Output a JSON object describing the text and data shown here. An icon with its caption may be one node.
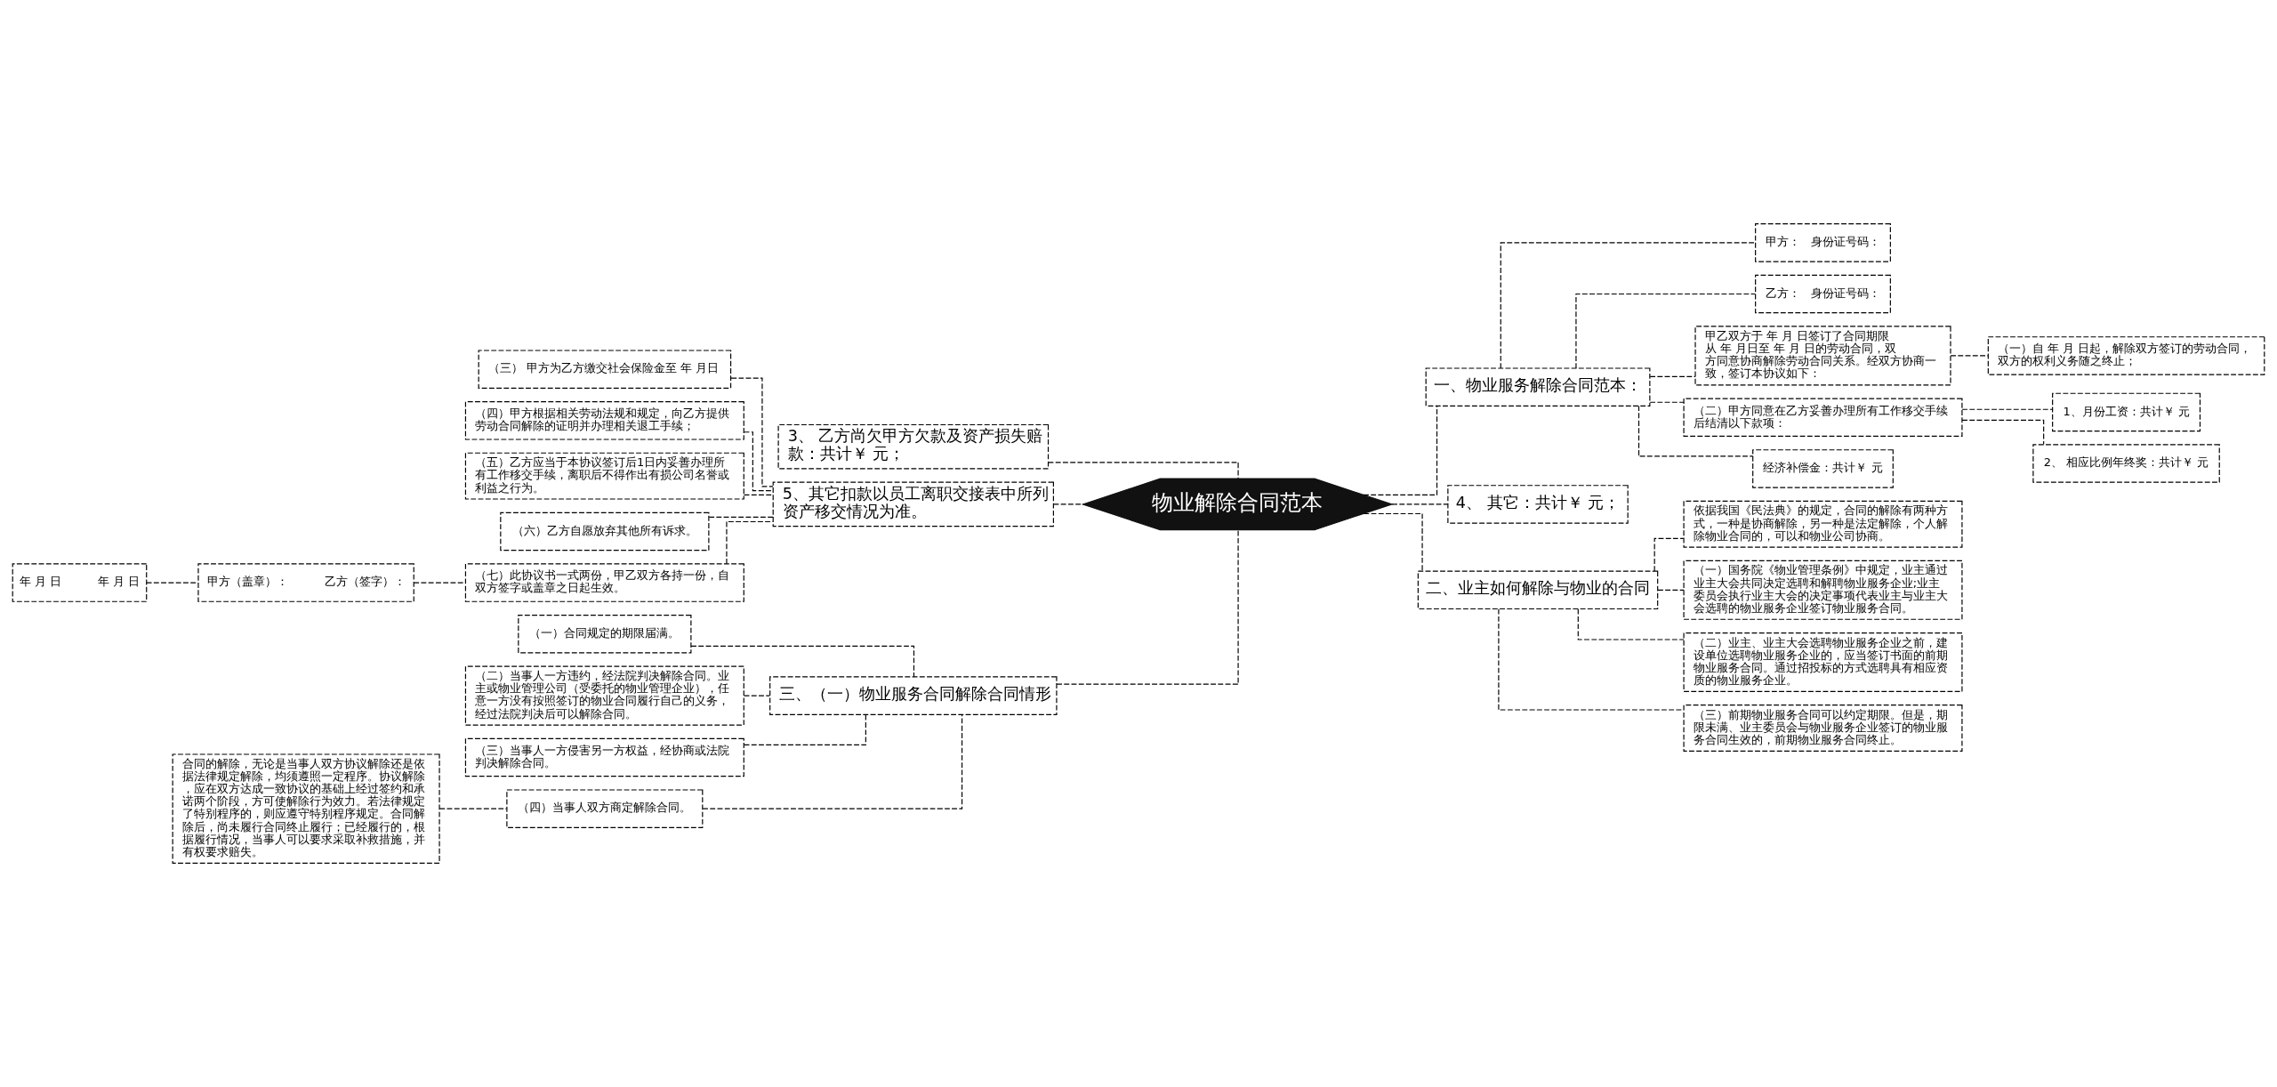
{
  "diagram": {
    "nodes": [
      {
        "text": [
          "物业解除合同范本"
        ]
      },
      {
        "text": [
          "一、物业服务解除合同范本："
        ]
      },
      {
        "text": [
          "甲方：   身份证号码："
        ]
      },
      {
        "text": [
          "乙方：   身份证号码："
        ]
      },
      {
        "text": [
          "甲乙双方于 年 月 日签订了合同期限从 年 月日至 年 月 日的劳动合同，双方同意协商解除劳动合同关系。经双方协商一致，签订本协议如下："
        ]
      },
      {
        "text": [
          "（一）自 年 月 日起，解除双方签订的劳动合同，双方的权利义务随之终止；"
        ]
      },
      {
        "text": [
          "（二）甲方同意在乙方妥善办理所有工作移交手续后结清以下款项："
        ]
      },
      {
        "text": [
          "1、月份工资：共计￥ 元"
        ]
      },
      {
        "text": [
          "2、 相应比例年终奖：共计￥ 元"
        ]
      },
      {
        "text": [
          "经济补偿金：共计￥ 元"
        ]
      },
      {
        "text": [
          "4、 其它：共计￥ 元；"
        ]
      },
      {
        "text": [
          "二、业主如何解除与物业的合同"
        ]
      },
      {
        "text": [
          "依据我国《民法典》的规定，合同的解除有两种方式，一种是协商解除，另一种是法定解除，个人解除物业合同的，可以和物业公司协商。"
        ]
      },
      {
        "text": [
          "（一）国务院《物业管理条例》中规定，业主通过业主大会共同决定选聘和解聘物业服务企业;业主委员会执行业主大会的决定事项代表业主与业主大会选聘的物业服务企业签订物业服务合同。"
        ]
      },
      {
        "text": [
          "（二）业主、业主大会选聘物业服务企业之前，建设单位选聘物业服务企业的，应当签订书面的前期物业服务合同。通过招投标的方式选聘具有相应资质的物业服务企业。"
        ]
      },
      {
        "text": [
          "（三）前期物业服务合同可以约定期限。但是，期限未满、业主委员会与物业服务企业签订的物业服务合同生效的，前期物业服务合同终止。"
        ]
      },
      {
        "text": [
          "3、 乙方尚欠甲方欠款及资产损失赔款：共计￥ 元；"
        ]
      },
      {
        "text": [
          "5、其它扣款以员工离职交接表中所列资产移交情况为准。"
        ]
      },
      {
        "text": [
          "（三） 甲方为乙方缴交社会保险金至 年 月日"
        ]
      },
      {
        "text": [
          "（四）甲方根据相关劳动法规和规定，向乙方提供劳动合同解除的证明并办理相关退工手续；"
        ]
      },
      {
        "text": [
          "（五）乙方应当于本协议签订后1日内妥善办理所有工作移交手续，离职后不得作出有损公司名誉或利益之行为。"
        ]
      },
      {
        "text": [
          "（六）乙方自愿放弃其他所有诉求。"
        ]
      },
      {
        "text": [
          "（七）此协议书一式两份，甲乙双方各持一份，自双方签字或盖章之日起生效。"
        ]
      },
      {
        "text": [
          "甲方（盖章）：          乙方（签字）："
        ]
      },
      {
        "text": [
          "年 月 日          年 月 日"
        ]
      },
      {
        "text": [
          "三、（一）物业服务合同解除合同情形"
        ]
      },
      {
        "text": [
          "（一）合同规定的期限届满。"
        ]
      },
      {
        "text": [
          "（二）当事人一方违约，经法院判决解除合同。业主或物业管理公司（受委托的物业管理企业），任意一方没有按照签订的物业合同履行自己的义务，经过法院判决后可以解除合同。"
        ]
      },
      {
        "text": [
          "（三）当事人一方侵害另一方权益，经协商或法院判决解除合同。"
        ]
      },
      {
        "text": [
          "（四）当事人双方商定解除合同。"
        ]
      },
      {
        "text": [
          "合同的解除，无论是当事人双方协议解除还是依据法律规定解除，均须遵照一定程序。协议解除，应在双方达成一致协议的基础上经过签约和承诺两个阶段，方可使解除行为效力。若法律规定了特别程序的，则应遵守特别程序规定。合同解除后，尚未履行合同终止履行；已经履行的，根据履行情况，当事人可以要求采取补救措施，并有权要求赔失。"
        ]
      }
    ],
    "edges": [
      {
        "from": 0,
        "to": 1,
        "arrow": "none",
        "style": "dashed"
      },
      {
        "from": 1,
        "to": 2,
        "arrow": "none",
        "style": "dashed"
      },
      {
        "from": 1,
        "to": 3,
        "arrow": "none",
        "style": "dashed"
      },
      {
        "from": 1,
        "to": 4,
        "arrow": "none",
        "style": "dashed"
      },
      {
        "from": 4,
        "to": 5,
        "arrow": "none",
        "style": "dashed"
      },
      {
        "from": 1,
        "to": 6,
        "arrow": "none",
        "style": "dashed"
      },
      {
        "from": 6,
        "to": 7,
        "arrow": "none",
        "style": "dashed"
      },
      {
        "from": 6,
        "to": 8,
        "arrow": "none",
        "style": "dashed"
      },
      {
        "from": 1,
        "to": 9,
        "arrow": "none",
        "style": "dashed"
      },
      {
        "from": 0,
        "to": 10,
        "arrow": "none",
        "style": "dashed"
      },
      {
        "from": 0,
        "to": 11,
        "arrow": "none",
        "style": "dashed"
      },
      {
        "from": 11,
        "to": 12,
        "arrow": "none",
        "style": "dashed"
      },
      {
        "from": 11,
        "to": 13,
        "arrow": "none",
        "style": "dashed"
      },
      {
        "from": 11,
        "to": 14,
        "arrow": "none",
        "style": "dashed"
      },
      {
        "from": 11,
        "to": 15,
        "arrow": "none",
        "style": "dashed"
      },
      {
        "from": 0,
        "to": 16,
        "arrow": "none",
        "style": "dashed"
      },
      {
        "from": 0,
        "to": 17,
        "arrow": "none",
        "style": "dashed"
      },
      {
        "from": 17,
        "to": 18,
        "arrow": "none",
        "style": "dashed"
      },
      {
        "from": 17,
        "to": 19,
        "arrow": "none",
        "style": "dashed"
      },
      {
        "from": 17,
        "to": 20,
        "arrow": "none",
        "style": "dashed"
      },
      {
        "from": 17,
        "to": 21,
        "arrow": "none",
        "style": "dashed"
      },
      {
        "from": 17,
        "to": 22,
        "arrow": "none",
        "style": "dashed"
      },
      {
        "from": 22,
        "to": 23,
        "arrow": "none",
        "style": "dashed"
      },
      {
        "from": 23,
        "to": 24,
        "arrow": "none",
        "style": "dashed"
      },
      {
        "from": 0,
        "to": 25,
        "arrow": "none",
        "style": "dashed"
      },
      {
        "from": 25,
        "to": 26,
        "arrow": "none",
        "style": "dashed"
      },
      {
        "from": 25,
        "to": 27,
        "arrow": "none",
        "style": "dashed"
      },
      {
        "from": 25,
        "to": 28,
        "arrow": "none",
        "style": "dashed"
      },
      {
        "from": 25,
        "to": 29,
        "arrow": "none",
        "style": "dashed"
      },
      {
        "from": 29,
        "to": 30,
        "arrow": "none",
        "style": "dashed"
      }
    ]
  }
}
